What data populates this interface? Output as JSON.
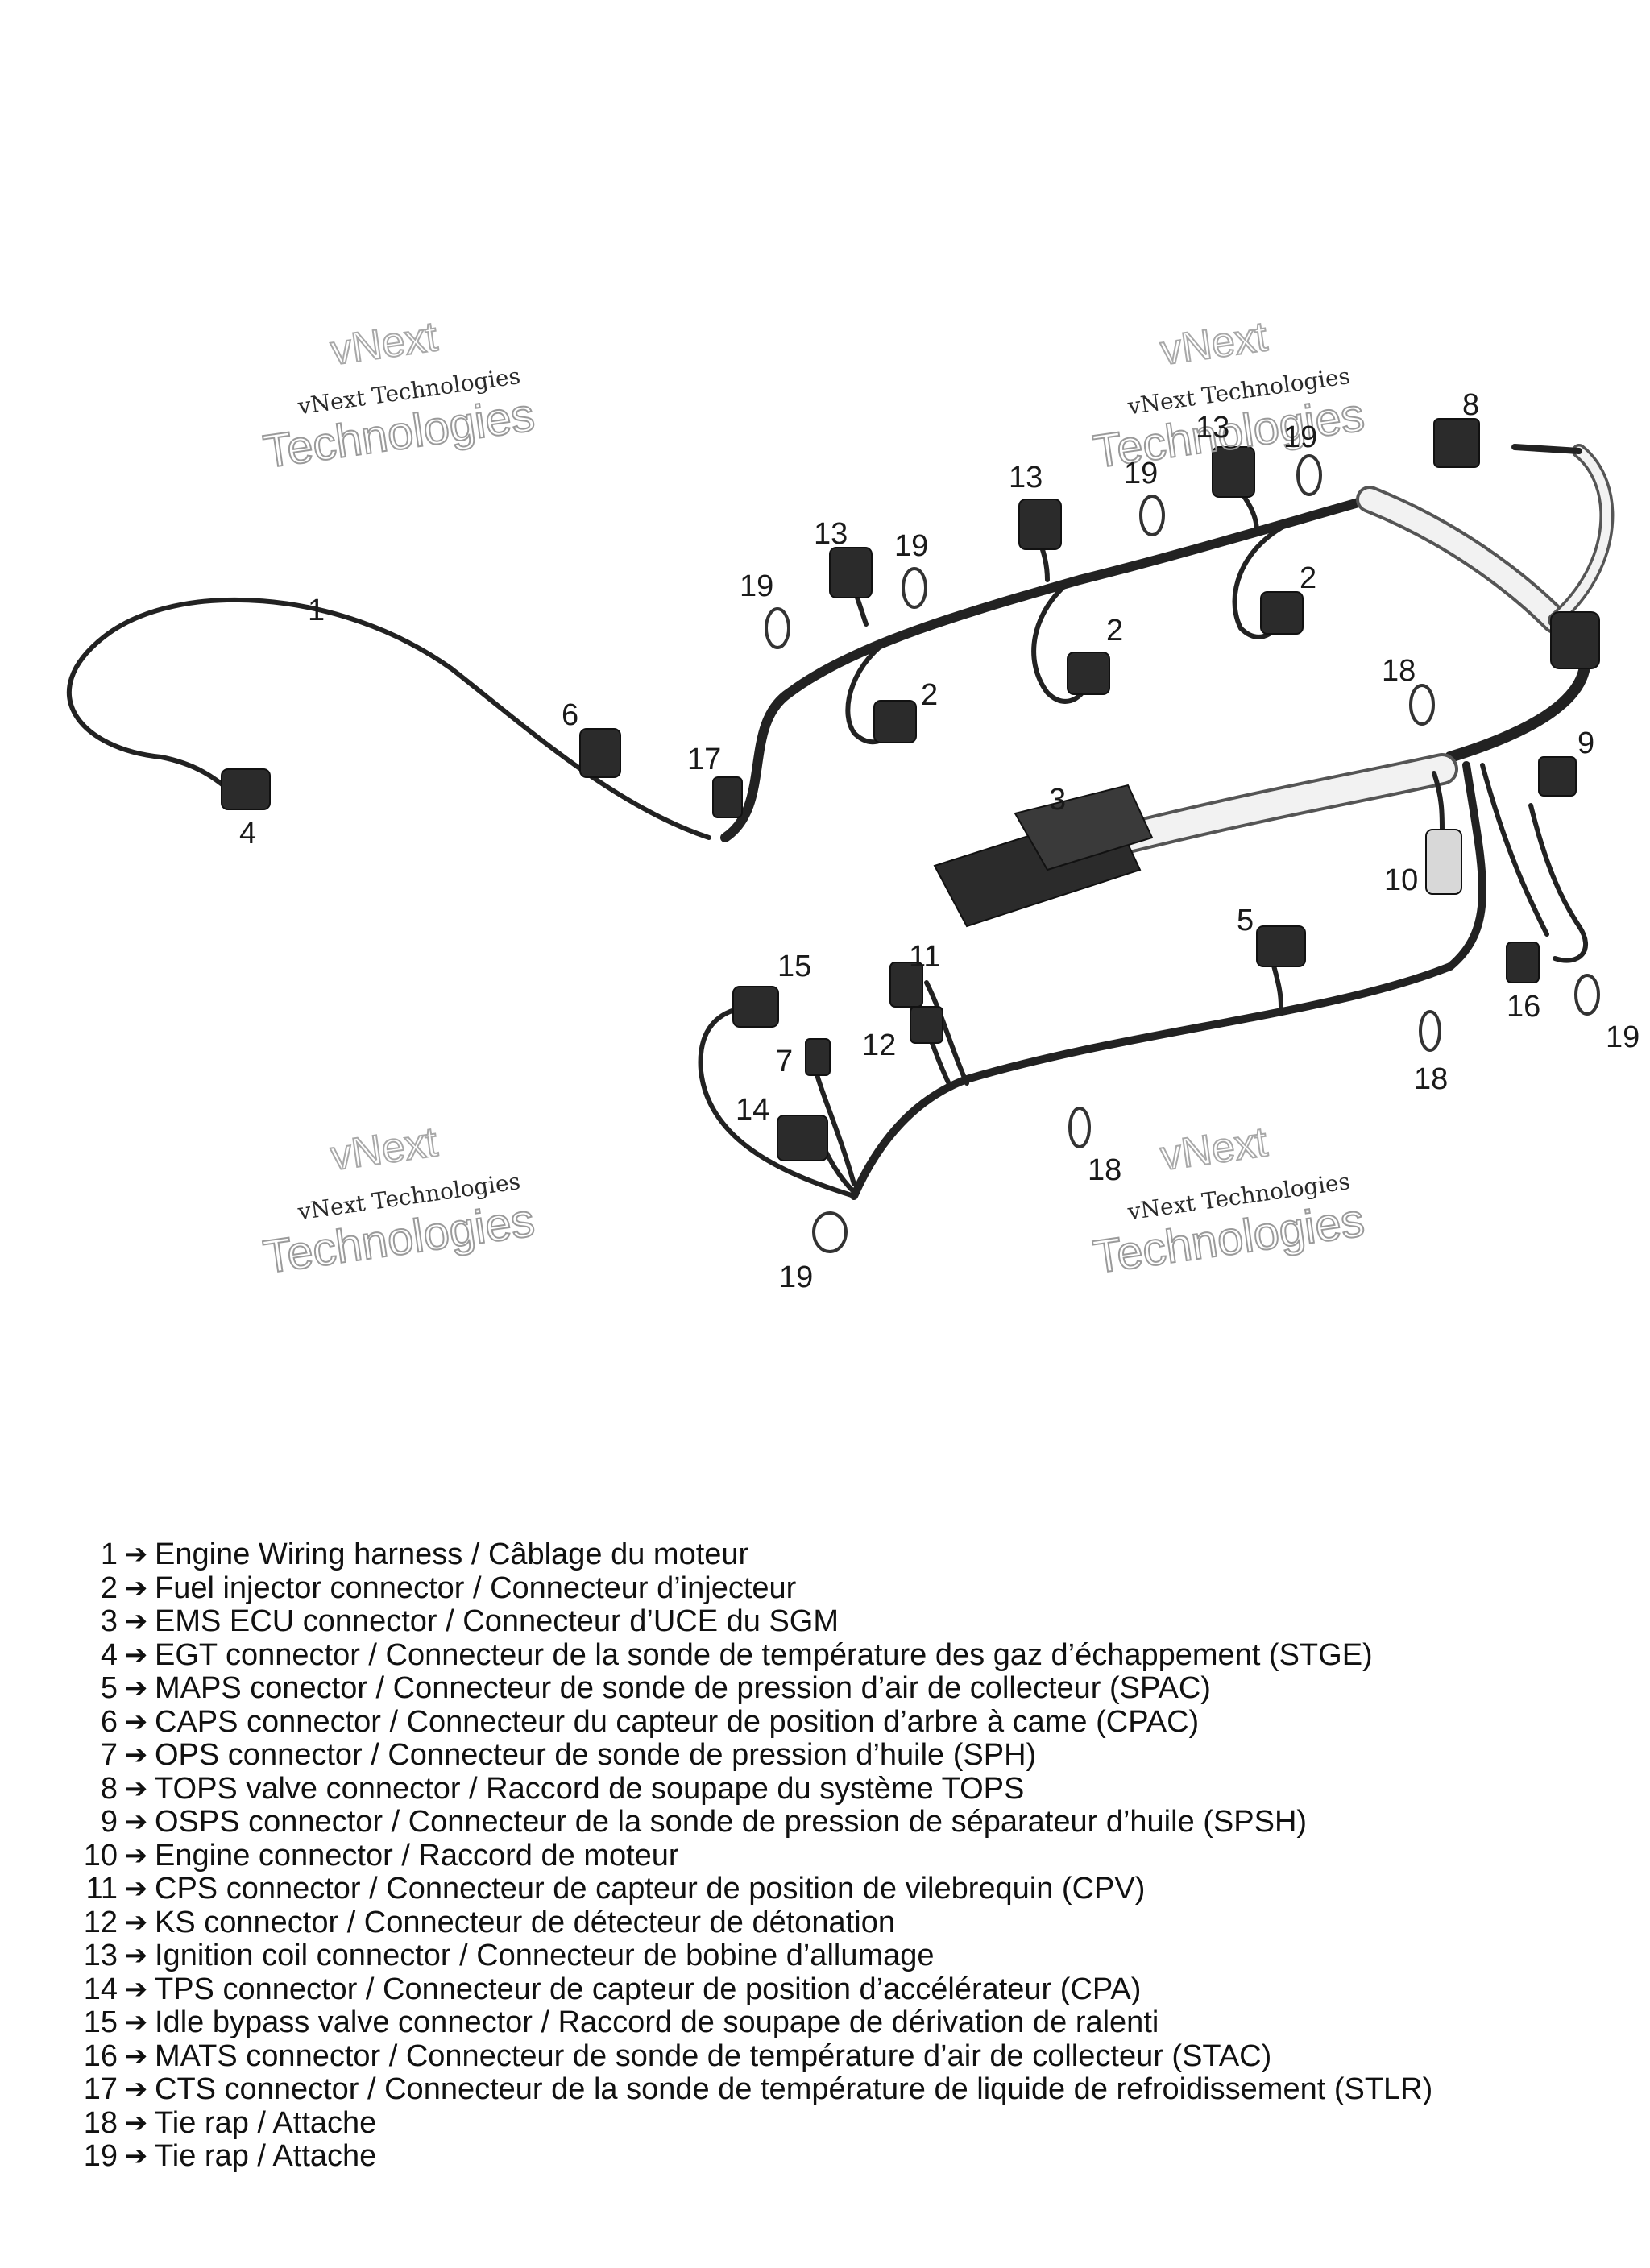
{
  "watermark": {
    "line1": "vNext Technologies",
    "line2": "Technologies",
    "top": "vNext"
  },
  "callouts": [
    {
      "id": "1",
      "label": "1"
    },
    {
      "id": "2a",
      "label": "2"
    },
    {
      "id": "2b",
      "label": "2"
    },
    {
      "id": "2c",
      "label": "2"
    },
    {
      "id": "3",
      "label": "3"
    },
    {
      "id": "4",
      "label": "4"
    },
    {
      "id": "5",
      "label": "5"
    },
    {
      "id": "6",
      "label": "6"
    },
    {
      "id": "7",
      "label": "7"
    },
    {
      "id": "8",
      "label": "8"
    },
    {
      "id": "9",
      "label": "9"
    },
    {
      "id": "10",
      "label": "10"
    },
    {
      "id": "11",
      "label": "11"
    },
    {
      "id": "12",
      "label": "12"
    },
    {
      "id": "13a",
      "label": "13"
    },
    {
      "id": "13b",
      "label": "13"
    },
    {
      "id": "13c",
      "label": "13"
    },
    {
      "id": "14",
      "label": "14"
    },
    {
      "id": "15",
      "label": "15"
    },
    {
      "id": "16",
      "label": "16"
    },
    {
      "id": "17",
      "label": "17"
    },
    {
      "id": "18a",
      "label": "18"
    },
    {
      "id": "18b",
      "label": "18"
    },
    {
      "id": "18c",
      "label": "18"
    },
    {
      "id": "19a",
      "label": "19"
    },
    {
      "id": "19b",
      "label": "19"
    },
    {
      "id": "19c",
      "label": "19"
    },
    {
      "id": "19d",
      "label": "19"
    },
    {
      "id": "19e",
      "label": "19"
    },
    {
      "id": "19f",
      "label": "19"
    }
  ],
  "legend": [
    {
      "num": "1",
      "text": "Engine Wiring harness / Câblage du moteur"
    },
    {
      "num": "2",
      "text": "Fuel injector connector / Connecteur d’injecteur"
    },
    {
      "num": "3",
      "text": "EMS ECU connector / Connecteur d’UCE du SGM"
    },
    {
      "num": "4",
      "text": "EGT connector / Connecteur de la sonde de température des gaz d’échappement (STGE)"
    },
    {
      "num": "5",
      "text": "MAPS conector / Connecteur de sonde de pression d’air de collecteur (SPAC)"
    },
    {
      "num": "6",
      "text": "CAPS connector / Connecteur du capteur de position d’arbre à came (CPAC)"
    },
    {
      "num": "7",
      "text": "OPS connector / Connecteur de sonde de pression d’huile (SPH)"
    },
    {
      "num": "8",
      "text": "TOPS valve connector / Raccord de soupape du système TOPS"
    },
    {
      "num": "9",
      "text": "OSPS connector / Connecteur de la sonde de pression de séparateur d’huile (SPSH)"
    },
    {
      "num": "10",
      "text": "Engine connector / Raccord de moteur"
    },
    {
      "num": "11",
      "text": "CPS connector / Connecteur de capteur de position de vilebrequin (CPV)"
    },
    {
      "num": "12",
      "text": "KS connector / Connecteur de détecteur de détonation"
    },
    {
      "num": "13",
      "text": "Ignition coil connector / Connecteur de bobine d’allumage"
    },
    {
      "num": "14",
      "text": "TPS connector / Connecteur de capteur de position d’accélérateur (CPA)"
    },
    {
      "num": "15",
      "text": "Idle bypass valve connector / Raccord de soupape de dérivation de ralenti"
    },
    {
      "num": "16",
      "text": "MATS connector / Connecteur de sonde de température d’air de collecteur (STAC)"
    },
    {
      "num": "17",
      "text": "CTS connector / Connecteur de la sonde de température de liquide de refroidissement (STLR)"
    },
    {
      "num": "18",
      "text": "Tie rap / Attache"
    },
    {
      "num": "19",
      "text": "Tie rap / Attache"
    }
  ]
}
